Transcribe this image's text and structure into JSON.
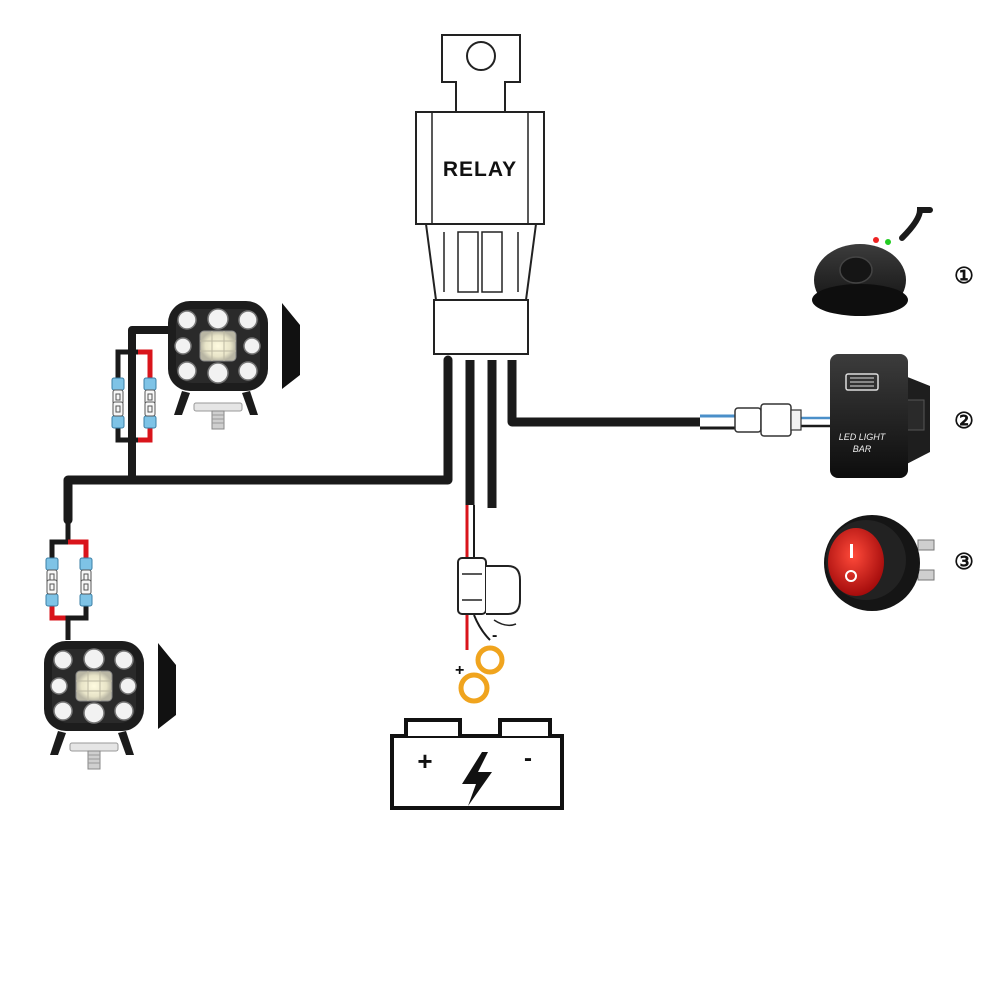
{
  "relay": {
    "label": "RELAY"
  },
  "battery": {
    "plus_sign": "+",
    "minus_sign": "-"
  },
  "battery_leads": {
    "plus_label": "+",
    "minus_label": "-"
  },
  "switches": [
    {
      "number": "①",
      "icon": "push-button-switch-icon"
    },
    {
      "number": "②",
      "icon": "rocker-switch-icon",
      "label_line1": "LED LIGHT",
      "label_line2": "BAR"
    },
    {
      "number": "③",
      "icon": "round-rocker-switch-icon"
    }
  ],
  "colors": {
    "wire_black": "#1a1a1a",
    "wire_red": "#d9141b",
    "wire_blue": "#4a8fc9",
    "ring_terminal": "#f0a41e",
    "switch_red": "#cc1515",
    "connector_blue": "#7ec3e6"
  }
}
